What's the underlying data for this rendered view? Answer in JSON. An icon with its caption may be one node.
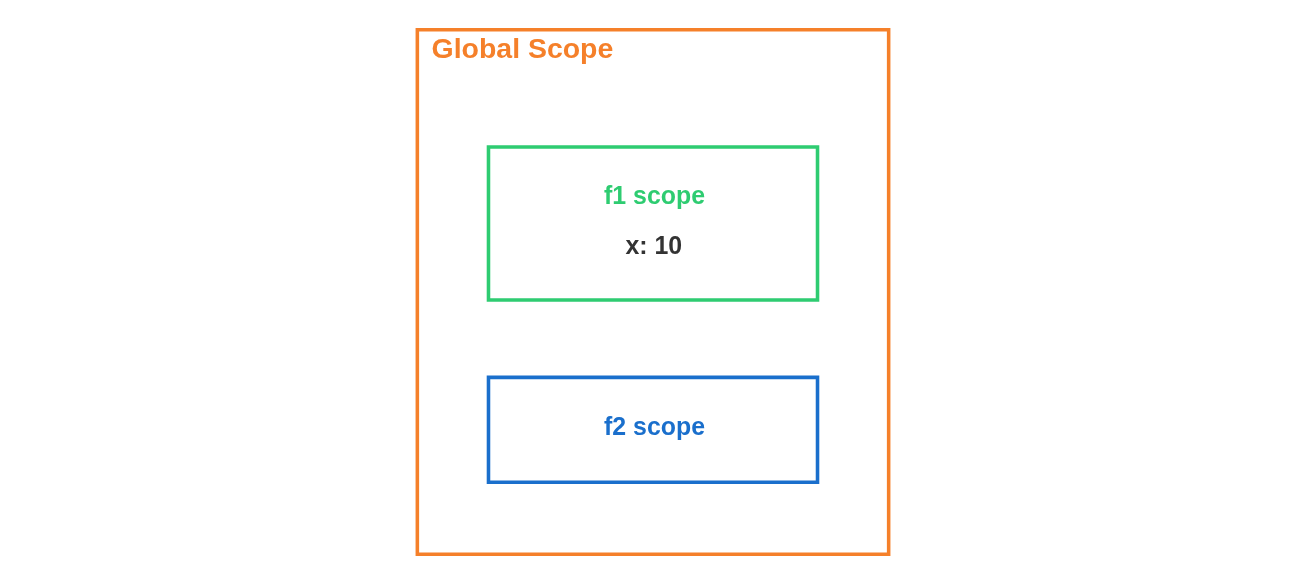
{
  "diagram": {
    "nodes": [
      {
        "text": [
          "Global Scope"
        ]
      },
      {
        "text": [
          "f1 scope",
          "x: 10"
        ],
        "in": 0
      },
      {
        "text": [
          "f2 scope"
        ],
        "in": 0
      }
    ],
    "edges": []
  }
}
